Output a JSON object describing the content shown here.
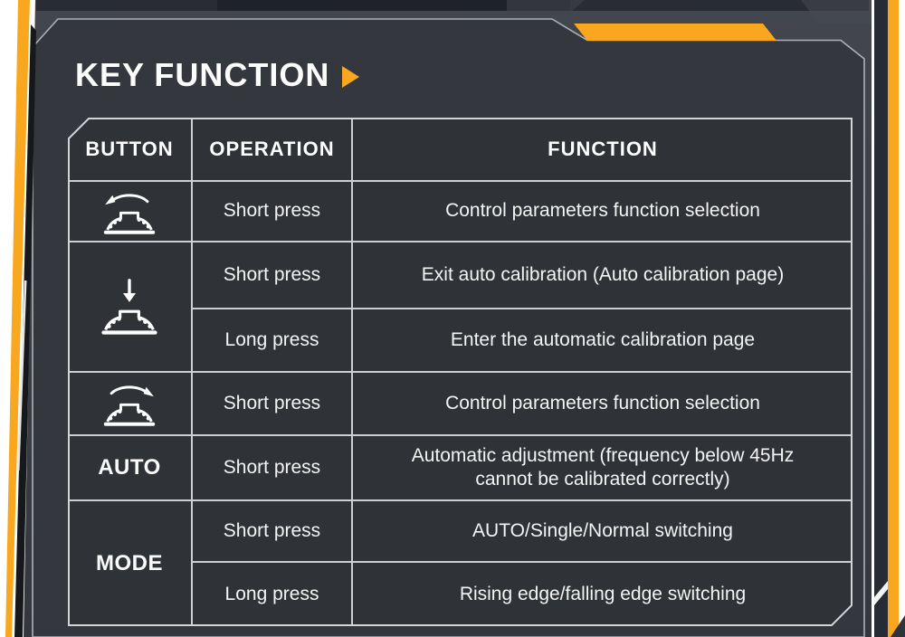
{
  "title": {
    "text": "KEY FUNCTION",
    "arrow_icon": "orange-right-triangle"
  },
  "colors": {
    "accent_orange": "#F8A71F",
    "panel": "#34373D",
    "cell_background": "#2F3237",
    "table_border": "#CDCFD2",
    "background_top": "#43464E",
    "background_bottom": "#34373E",
    "side_bar_black": "#16181C",
    "side_bar_navy": "#272B33",
    "text": "#F4F4F4"
  },
  "table": {
    "headers": [
      {
        "label": "BUTTON"
      },
      {
        "label": "OPERATION"
      },
      {
        "label": "FUNCTION"
      }
    ],
    "rows": [
      {
        "button_icon": "dial-rotate-left-icon",
        "operation": "Short press",
        "function": "Control parameters function selection"
      },
      {
        "button_icon": "dial-press-icon",
        "operation": "Short press",
        "function": "Exit auto calibration (Auto calibration page)"
      },
      {
        "operation": "Long press",
        "function": "Enter the automatic calibration page"
      },
      {
        "button_icon": "dial-rotate-right-icon",
        "operation": "Short press",
        "function": "Control parameters function selection"
      },
      {
        "button_label": "AUTO",
        "operation": "Short press",
        "function": "Automatic adjustment (frequency below 45Hz cannot be calibrated correctly)"
      },
      {
        "button_label": "MODE",
        "operation": "Short press",
        "function": "AUTO/Single/Normal switching"
      },
      {
        "operation": "Long press",
        "function": "Rising edge/falling edge switching"
      }
    ]
  }
}
